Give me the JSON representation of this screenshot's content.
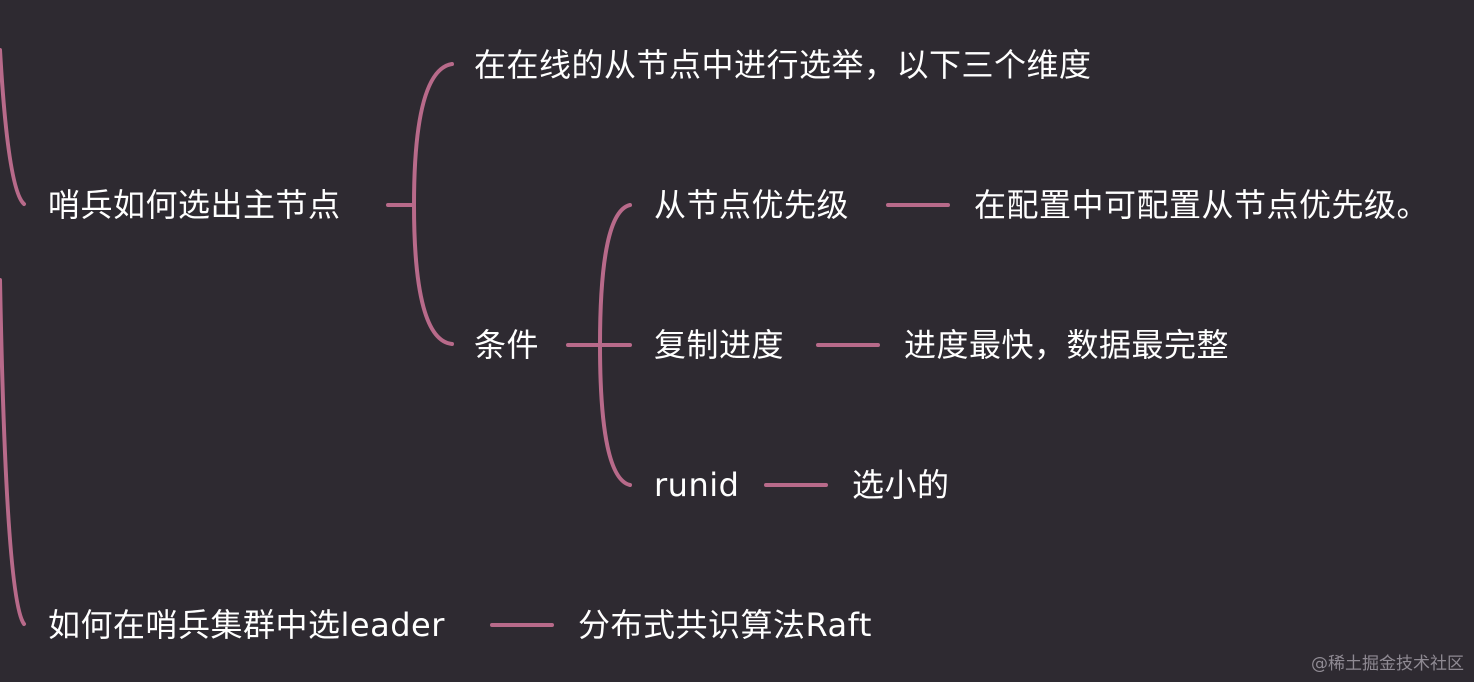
{
  "mindmap": {
    "line_color": "#b86a8a",
    "background": "#2e2a31",
    "text_color": "#ffffff",
    "nodes": {
      "sentinel_elect_master": "哨兵如何选出主节点",
      "elect_among_online": "在在线的从节点中进行选举，以下三个维度",
      "conditions": "条件",
      "slave_priority": "从节点优先级",
      "slave_priority_detail": "在配置中可配置从节点优先级。",
      "replication_progress": "复制进度",
      "replication_progress_detail": "进度最快，数据最完整",
      "runid": "runid",
      "runid_detail": "选小的",
      "elect_leader": "如何在哨兵集群中选leader",
      "elect_leader_detail": "分布式共识算法Raft"
    }
  },
  "watermark": "@稀土掘金技术社区"
}
